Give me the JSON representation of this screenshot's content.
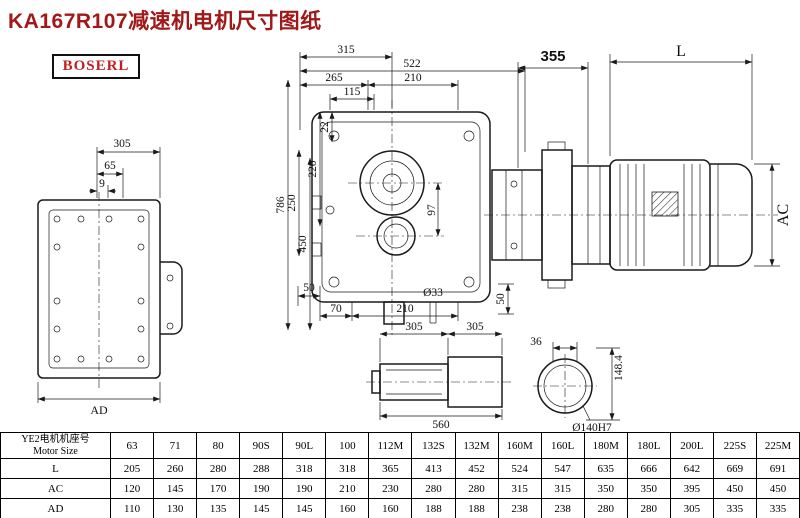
{
  "colors": {
    "title": "#a01818",
    "logo_text": "#c41e1e",
    "line": "#1a1a1a"
  },
  "header": {
    "title": "KA167R107减速机电机尺寸图纸",
    "logo": "BOSERL"
  },
  "dims": {
    "side_view": {
      "d305": "305",
      "d65": "65",
      "d9": "9",
      "dAD": "AD"
    },
    "front_view": {
      "d315": "315",
      "d522": "522",
      "d265": "265",
      "d210_top": "210",
      "d115": "115",
      "d22": "22",
      "d220": "220",
      "d250": "250",
      "d450": "450",
      "d786": "786",
      "d97": "97",
      "d50_left": "50",
      "d70": "70",
      "d210_bottom": "210",
      "d33": "Ø33",
      "d50_right": "50"
    },
    "motor_view": {
      "d355": "355",
      "dL": "L",
      "dAC": "AC"
    },
    "shaft_view": {
      "d305_front": "305",
      "d305_rear": "305",
      "d560": "560"
    },
    "flange_view": {
      "d36": "36",
      "d148": "148.4",
      "d140": "Ø140H7"
    }
  },
  "table": {
    "header": {
      "label_cn": "YE2电机机座号",
      "label_en": "Motor Size"
    },
    "sizes": [
      "63",
      "71",
      "80",
      "90S",
      "90L",
      "100",
      "112M",
      "132S",
      "132M",
      "160M",
      "160L",
      "180M",
      "180L",
      "200L",
      "225S",
      "225M"
    ],
    "rows": [
      {
        "label": "L",
        "values": [
          "205",
          "260",
          "280",
          "288",
          "318",
          "318",
          "365",
          "413",
          "452",
          "524",
          "547",
          "635",
          "666",
          "642",
          "669",
          "691"
        ]
      },
      {
        "label": "AC",
        "values": [
          "120",
          "145",
          "170",
          "190",
          "190",
          "210",
          "230",
          "280",
          "280",
          "315",
          "315",
          "350",
          "350",
          "395",
          "450",
          "450"
        ]
      },
      {
        "label": "AD",
        "values": [
          "110",
          "130",
          "135",
          "145",
          "145",
          "160",
          "160",
          "188",
          "188",
          "238",
          "238",
          "280",
          "280",
          "305",
          "335",
          "335"
        ]
      }
    ]
  }
}
